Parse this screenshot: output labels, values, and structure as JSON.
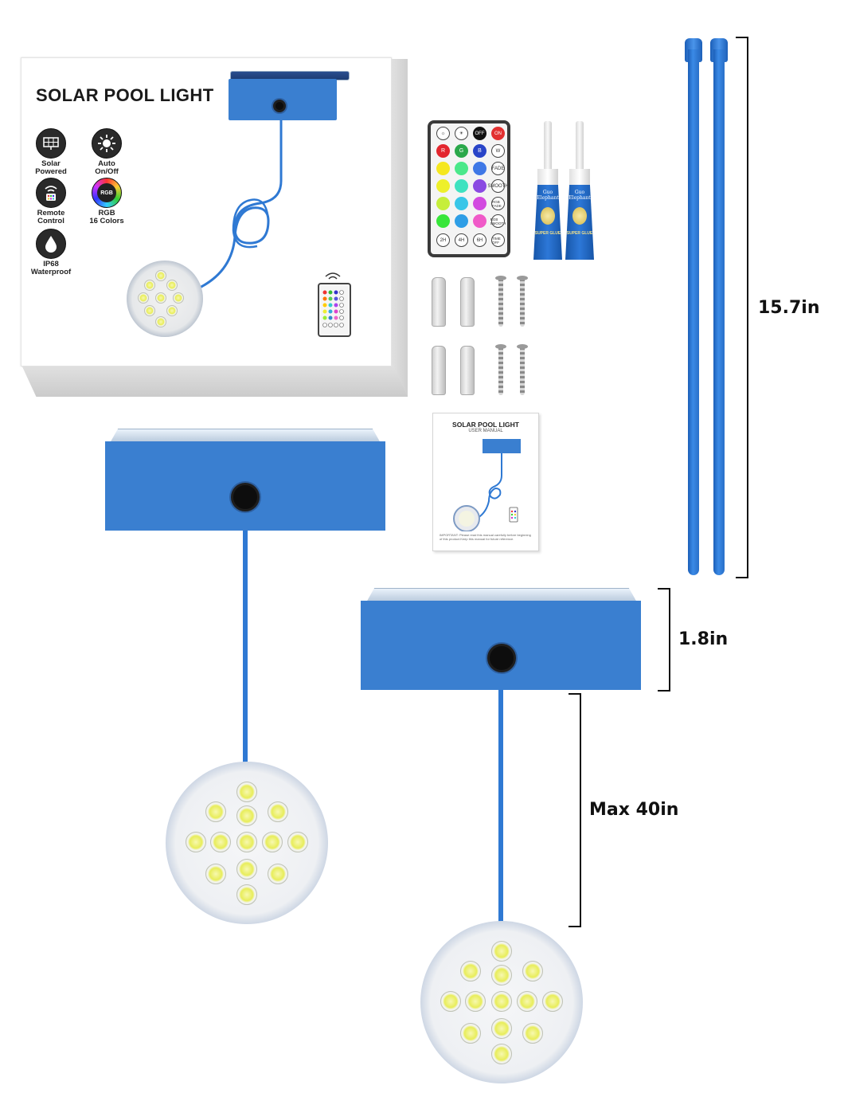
{
  "package": {
    "title": "SOLAR POOL LIGHT",
    "features": [
      {
        "icon": "solar-panel-icon",
        "line1": "Solar",
        "line2": "Powered"
      },
      {
        "icon": "auto-on-off-icon",
        "line1": "Auto",
        "line2": "On/Off"
      },
      {
        "icon": "remote-control-icon",
        "line1": "Remote",
        "line2": "Control"
      },
      {
        "icon": "rgb-colors-icon",
        "line1": "RGB",
        "line2": "16 Colors",
        "badge": "RGB"
      },
      {
        "icon": "waterproof-drop-icon",
        "line1": "IP68",
        "line2": "Waterproof"
      }
    ]
  },
  "remote": {
    "top_buttons": [
      "",
      "",
      "OFF",
      "ON"
    ],
    "function_buttons": [
      "W",
      "FADE",
      "SMOOTH",
      "RGB FADE",
      "RGB SMOOTH",
      "TIME OFF"
    ],
    "timer_buttons": [
      "2H",
      "4H",
      "6H"
    ],
    "color_letters": [
      "R",
      "G",
      "B"
    ]
  },
  "manual": {
    "title": "SOLAR POOL LIGHT",
    "subtitle": "USER MANUAL",
    "note": "IMPORTANT: Please read this manual carefully before beginning of this product.Keep this manual for future reference."
  },
  "glue": {
    "brand": "Guo Elephant",
    "label": "SUPER GLUE"
  },
  "dimensions": {
    "cable_tie_length": "15.7in",
    "housing_height": "1.8in",
    "cable_length": "Max 40in"
  },
  "colors": {
    "housing_blue": "#3a7fd0",
    "cable_blue": "#2f79d3",
    "tie_blue": "#2a70c9"
  }
}
